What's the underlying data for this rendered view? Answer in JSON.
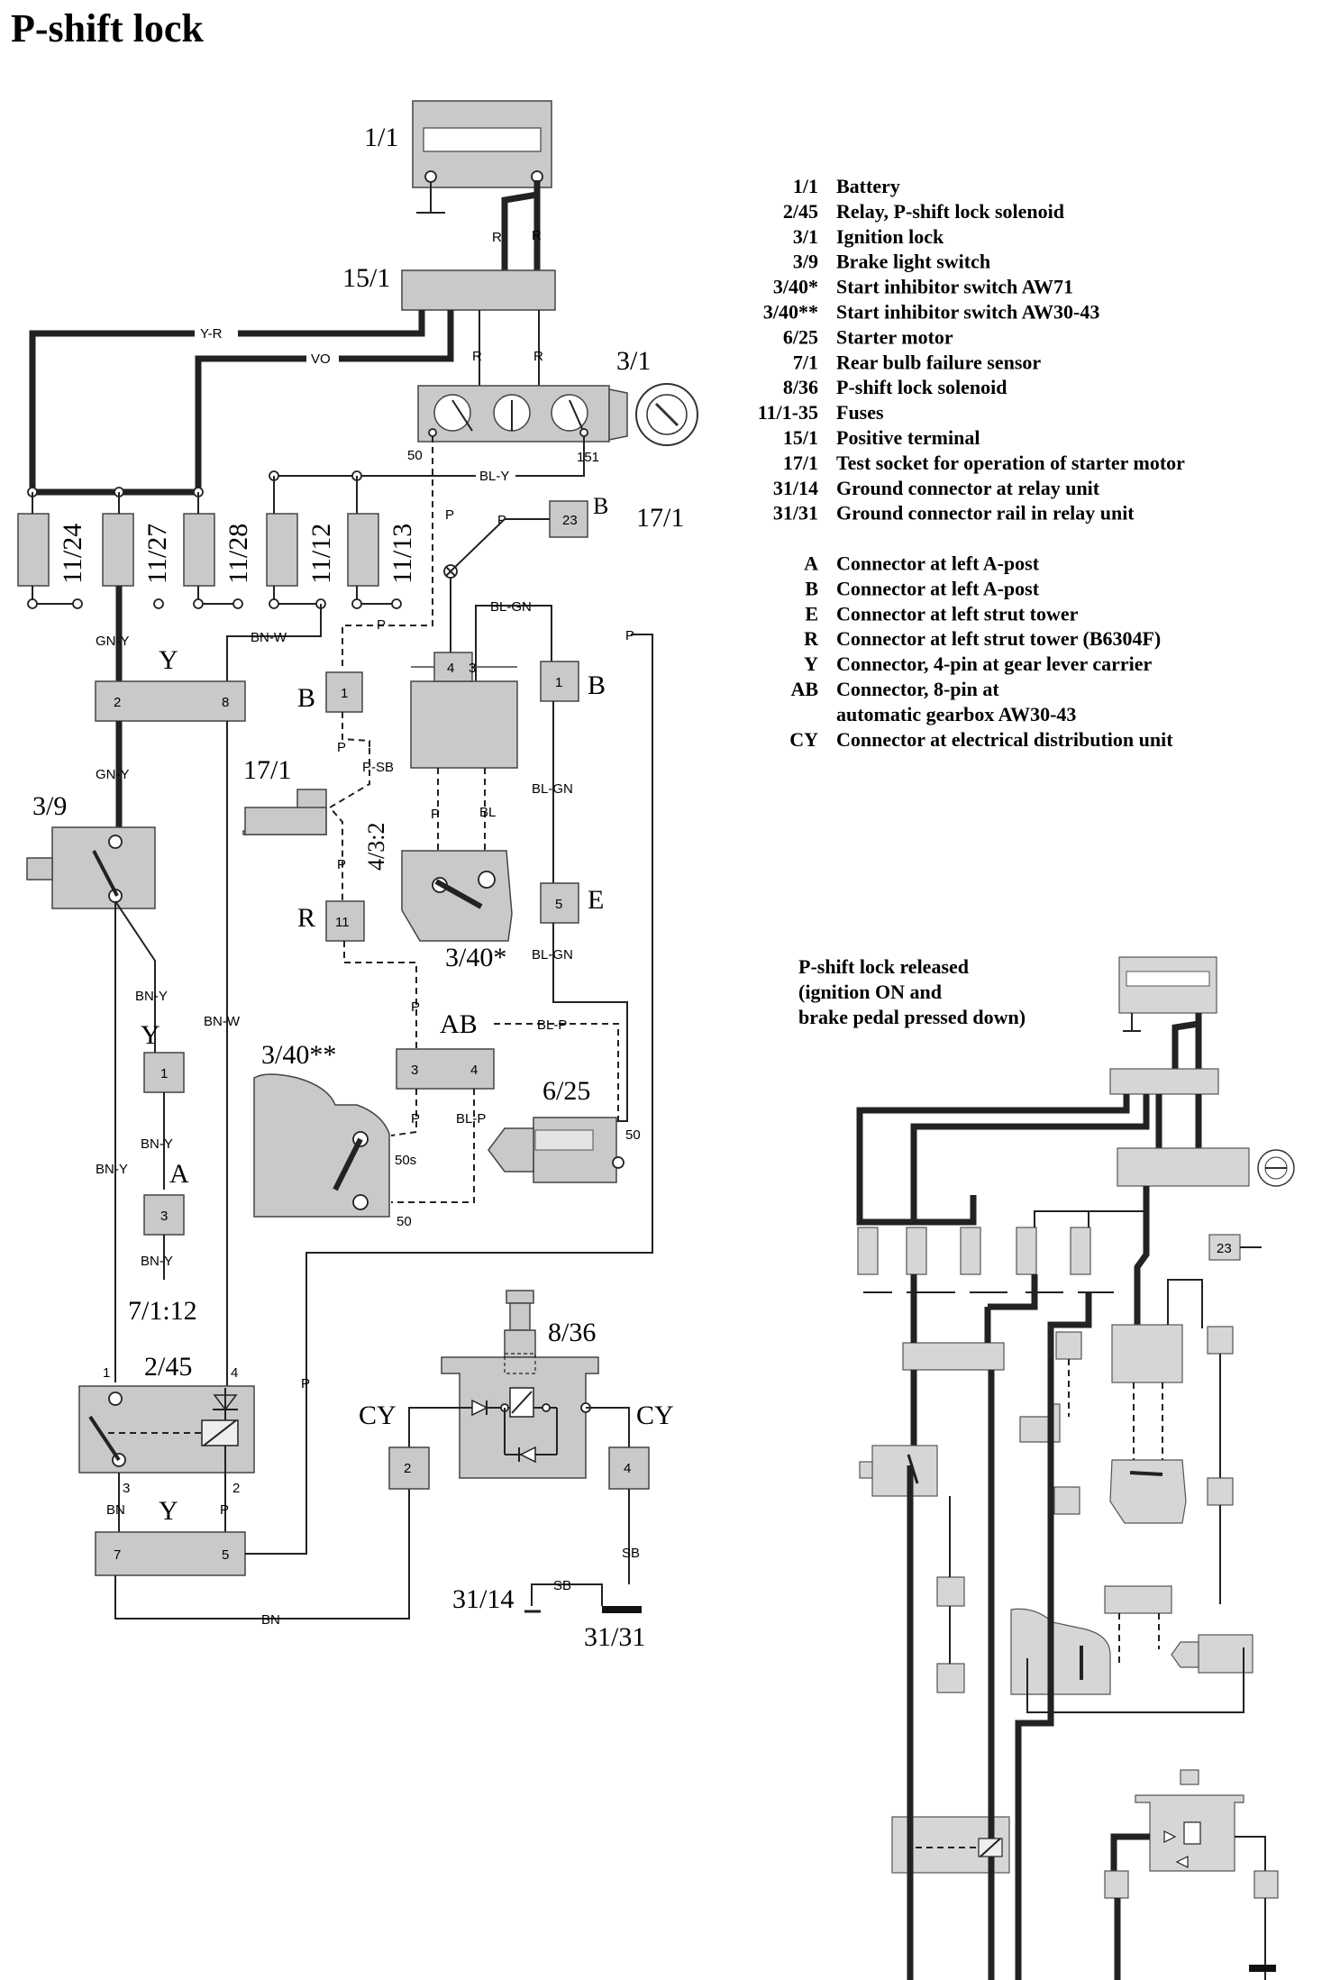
{
  "title": "P-shift lock",
  "components": {
    "battery": "1/1",
    "positive_terminal": "15/1",
    "ignition_lock": "3/1",
    "fuses": [
      "11/24",
      "11/27",
      "11/28",
      "11/12",
      "11/13"
    ],
    "test_socket_top": "17/1",
    "test_socket_left": "17/1",
    "connector_B_left": "B",
    "connector_B_right": "B",
    "connector_Y_top": "Y",
    "connector_Y_mid": "Y",
    "connector_Y_bottom": "Y",
    "brake_switch": "3/9",
    "connector_R": "R",
    "fuse_ref": "4/3:2",
    "inhibitor_aw71": "3/40*",
    "inhibitor_aw3043": "3/40**",
    "connector_AB": "AB",
    "connector_E": "E",
    "connector_A": "A",
    "starter": "6/25",
    "rear_bulb_ref": "7/1:12",
    "relay": "2/45",
    "solenoid": "8/36",
    "cy_left": "CY",
    "cy_right": "CY",
    "ground_14": "31/14",
    "ground_31": "31/31"
  },
  "wire_labels": {
    "yr": "Y-R",
    "vo": "VO",
    "r1": "R",
    "r2": "R",
    "r3": "R",
    "r4": "R",
    "bly": "BL-Y",
    "p_top": "P",
    "p_sock": "P",
    "blgn1": "BL-GN",
    "gny1": "GN-Y",
    "gny2": "GN-Y",
    "bnw1": "BN-W",
    "bnw2": "BN-W",
    "p_dash": "P",
    "p_right": "P",
    "psb": "P-SB",
    "p_b": "P",
    "p_r": "P",
    "p_inh": "P",
    "bl_inh": "BL",
    "blgn2": "BL-GN",
    "blgn3": "BL-GN",
    "blp1": "BL-P",
    "blp2": "BL-P",
    "p_ab": "P",
    "p_ab2": "P",
    "bny1": "BN-Y",
    "bny2": "BN-Y",
    "bny3": "BN-Y",
    "bny4": "BN-Y",
    "p_relay": "P",
    "bn1": "BN",
    "p2": "P",
    "bn_bottom": "BN",
    "sb1": "SB",
    "sb2": "SB",
    "t50": "50",
    "t151": "151",
    "t50s": "50s",
    "t50b": "50",
    "t50c": "50"
  },
  "pins": {
    "sock23": "23",
    "b_left": "1",
    "b_right": "1",
    "inh_4": "4",
    "inh_3": "3",
    "y_2": "2",
    "y_8": "8",
    "r_11": "11",
    "e_5": "5",
    "ab_3": "3",
    "ab_4": "4",
    "y1": "1",
    "a3": "3",
    "relay_1": "1",
    "relay_4": "4",
    "relay_3": "3",
    "relay_2": "2",
    "y_7": "7",
    "y_5": "5",
    "cy_2": "2",
    "cy_4": "4",
    "sock23b": "23"
  },
  "legend": [
    {
      "code": "1/1",
      "desc": "Battery"
    },
    {
      "code": "2/45",
      "desc": "Relay, P-shift lock solenoid"
    },
    {
      "code": "3/1",
      "desc": "Ignition lock"
    },
    {
      "code": "3/9",
      "desc": "Brake light switch"
    },
    {
      "code": "3/40*",
      "desc": "Start inhibitor switch AW71"
    },
    {
      "code": "3/40**",
      "desc": "Start inhibitor switch AW30-43"
    },
    {
      "code": "6/25",
      "desc": "Starter motor"
    },
    {
      "code": "7/1",
      "desc": "Rear bulb failure sensor"
    },
    {
      "code": "8/36",
      "desc": "P-shift lock solenoid"
    },
    {
      "code": "11/1-35",
      "desc": "Fuses"
    },
    {
      "code": "15/1",
      "desc": "Positive terminal"
    },
    {
      "code": "17/1",
      "desc": "Test socket for operation of starter motor"
    },
    {
      "code": "31/14",
      "desc": "Ground connector at relay unit"
    },
    {
      "code": "31/31",
      "desc": "Ground connector rail in relay unit"
    },
    {
      "code": "",
      "desc": ""
    },
    {
      "code": "A",
      "desc": "Connector at left A-post"
    },
    {
      "code": "B",
      "desc": "Connector at left A-post"
    },
    {
      "code": "E",
      "desc": "Connector at left strut tower"
    },
    {
      "code": "R",
      "desc": "Connector at left strut tower (B6304F)"
    },
    {
      "code": "Y",
      "desc": "Connector, 4-pin at gear lever carrier"
    },
    {
      "code": "AB",
      "desc": "Connector, 8-pin at"
    },
    {
      "code": "",
      "desc": "automatic gearbox AW30-43"
    },
    {
      "code": "CY",
      "desc": "Connector at electrical distribution unit"
    }
  ],
  "released_caption": [
    "P-shift lock released",
    "(ignition ON and",
    "brake pedal pressed down)"
  ]
}
